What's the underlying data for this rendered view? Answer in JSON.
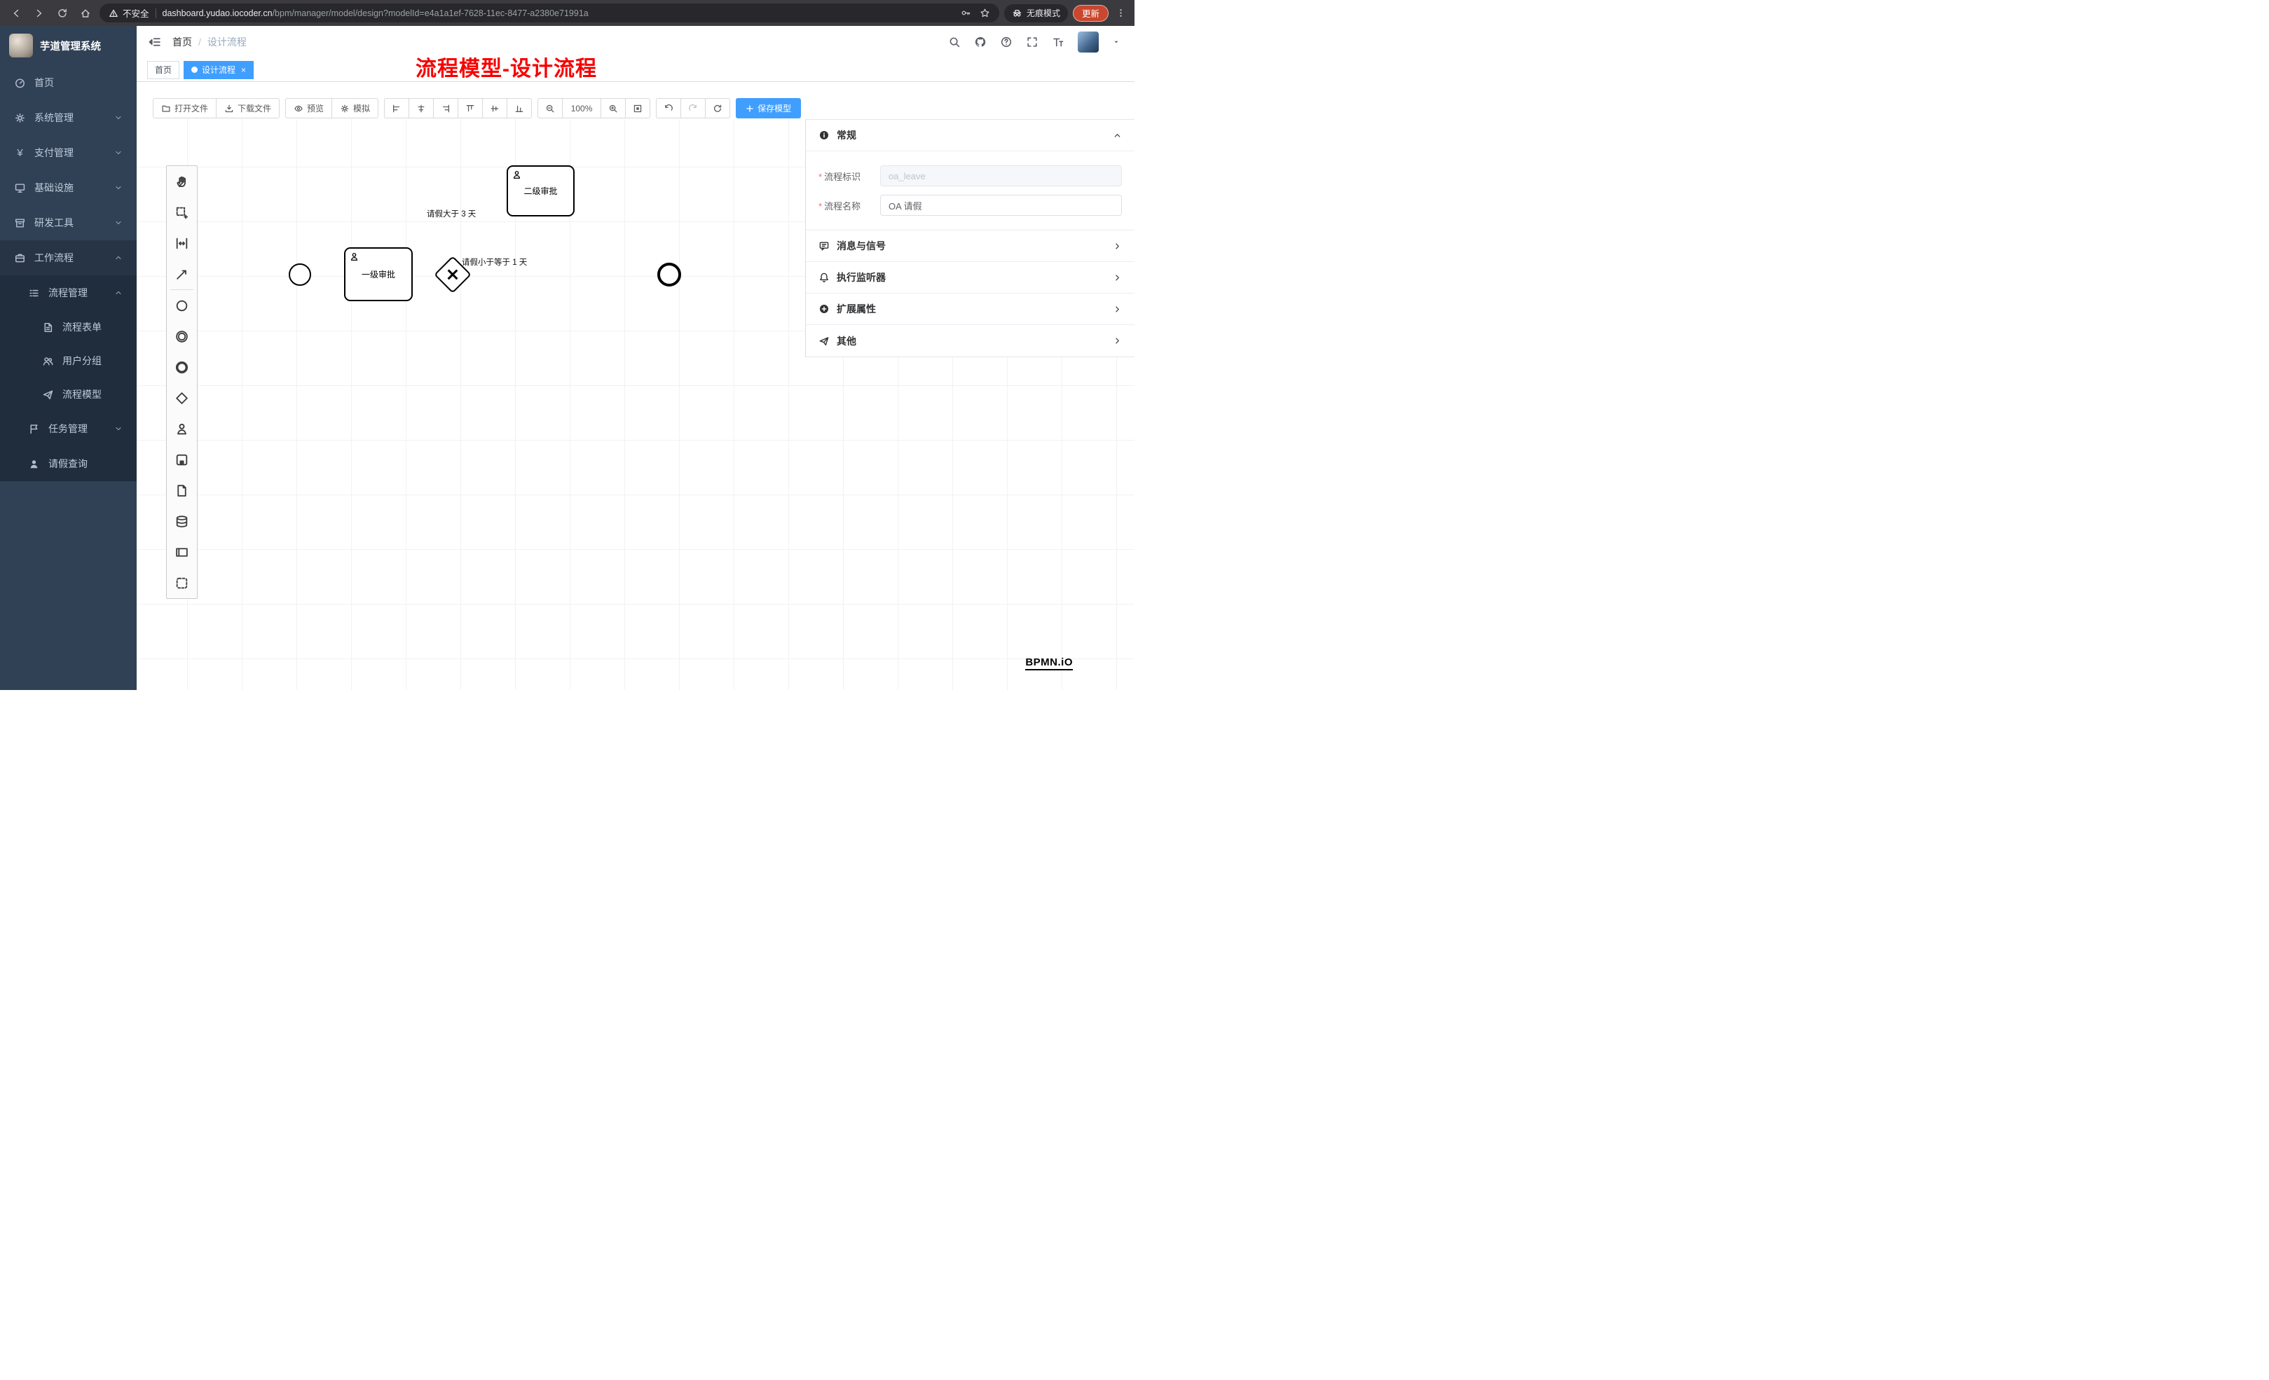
{
  "colors": {
    "accent": "#409eff",
    "sidebar": "#304156",
    "annotation_red": "#f70000",
    "update_red": "#c9462f"
  },
  "browser": {
    "security": "不安全",
    "url_host": "dashboard.yudao.iocoder.cn",
    "url_path": "/bpm/manager/model/design?modelId=e4a1a1ef-7628-11ec-8477-a2380e71991a",
    "incognito": "无痕模式",
    "update": "更新"
  },
  "sidebar": {
    "title": "芋道管理系统",
    "items": [
      {
        "label": "首页"
      },
      {
        "label": "系统管理"
      },
      {
        "label": "支付管理"
      },
      {
        "label": "基础设施"
      },
      {
        "label": "研发工具"
      },
      {
        "label": "工作流程"
      },
      {
        "label": "流程管理"
      },
      {
        "label": "流程表单"
      },
      {
        "label": "用户分组"
      },
      {
        "label": "流程模型"
      },
      {
        "label": "任务管理"
      },
      {
        "label": "请假查询"
      }
    ]
  },
  "header": {
    "breadcrumb_home": "首页",
    "breadcrumb_sep": "/",
    "breadcrumb_current": "设计流程",
    "annotation": "流程模型-设计流程"
  },
  "tabs": [
    {
      "label": "首页"
    },
    {
      "label": "设计流程"
    }
  ],
  "toolbar": {
    "open": "打开文件",
    "download": "下载文件",
    "preview": "预览",
    "simulate": "模拟",
    "zoom": "100%",
    "save": "保存模型"
  },
  "palette": [
    {
      "name": "hand-tool"
    },
    {
      "name": "lasso-tool"
    },
    {
      "name": "space-tool"
    },
    {
      "name": "global-connect-tool"
    },
    {
      "name": "create-start-event"
    },
    {
      "name": "create-intermediate-event"
    },
    {
      "name": "create-end-event"
    },
    {
      "name": "create-gateway"
    },
    {
      "name": "create-user-task"
    },
    {
      "name": "create-call-activity"
    },
    {
      "name": "create-task"
    },
    {
      "name": "create-data-store"
    },
    {
      "name": "create-participant"
    },
    {
      "name": "create-group"
    }
  ],
  "diagram": {
    "nodes": [
      {
        "id": "start",
        "type": "startEvent",
        "label": ""
      },
      {
        "id": "task1",
        "type": "userTask",
        "label": "一级审批"
      },
      {
        "id": "gateway",
        "type": "exclusiveGateway",
        "label": ""
      },
      {
        "id": "task2",
        "type": "userTask",
        "label": "二级审批"
      },
      {
        "id": "end",
        "type": "endEvent",
        "label": ""
      }
    ],
    "flows": [
      {
        "from": "start",
        "to": "task1",
        "label": ""
      },
      {
        "from": "task1",
        "to": "gateway",
        "label": ""
      },
      {
        "from": "gateway",
        "to": "task2",
        "label": "请假大于 3 天"
      },
      {
        "from": "gateway",
        "to": "end",
        "label": "请假小于等于 1 天",
        "default": true
      },
      {
        "from": "task2",
        "to": "end",
        "label": ""
      }
    ]
  },
  "panel": {
    "required_marker": "*",
    "general_title": "常规",
    "key_label": "流程标识",
    "key_value": "oa_leave",
    "name_label": "流程名称",
    "name_value": "OA 请假",
    "sections": [
      {
        "label": "消息与信号"
      },
      {
        "label": "执行监听器"
      },
      {
        "label": "扩展属性"
      },
      {
        "label": "其他"
      }
    ]
  },
  "watermark": "BPMN.iO",
  "icons": {
    "browser": [
      "back-icon",
      "forward-icon",
      "reload-icon",
      "home-icon",
      "warning-icon",
      "key-icon",
      "star-icon",
      "incognito-icon",
      "kebab-menu-icon"
    ],
    "header": [
      "fold-menu-icon",
      "search-icon",
      "github-icon",
      "help-icon",
      "fullscreen-icon",
      "font-size-icon",
      "caret-down-icon"
    ],
    "toolbar": [
      "folder-icon",
      "download-icon",
      "eye-icon",
      "gear-icon",
      "align-left-icon",
      "align-center-h-icon",
      "align-right-icon",
      "align-top-icon",
      "align-middle-icon",
      "align-bottom-icon",
      "zoom-out-icon",
      "zoom-in-icon",
      "fit-view-icon",
      "undo-icon",
      "redo-icon",
      "refresh-icon",
      "plus-icon"
    ],
    "panel": [
      "info-icon",
      "message-icon",
      "bell-icon",
      "plus-circle-icon",
      "send-icon",
      "chevron-up-icon",
      "chevron-right-icon"
    ]
  }
}
